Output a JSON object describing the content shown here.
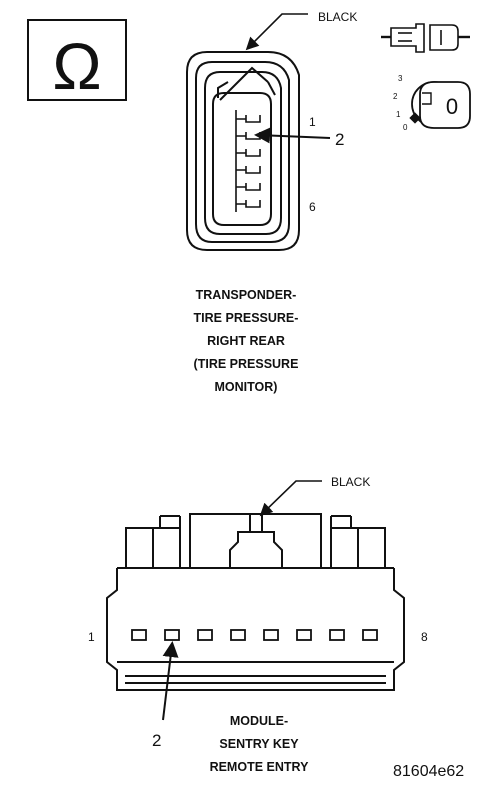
{
  "ohm_symbol": "Ω",
  "top_connector": {
    "color_label": "BLACK",
    "pin_first": "1",
    "pin_last": "6",
    "callout": "2",
    "ignition_positions": [
      "3",
      "2",
      "1",
      "0"
    ],
    "key_symbol": "0",
    "caption_lines": [
      "TRANSPONDER-",
      "TIRE PRESSURE-",
      "RIGHT REAR",
      "(TIRE PRESSURE",
      "MONITOR)"
    ]
  },
  "bottom_connector": {
    "color_label": "BLACK",
    "pin_first": "1",
    "pin_last": "8",
    "callout": "2",
    "caption_lines": [
      "MODULE-",
      "SENTRY KEY",
      "REMOTE ENTRY"
    ]
  },
  "figure_id": "81604e62"
}
